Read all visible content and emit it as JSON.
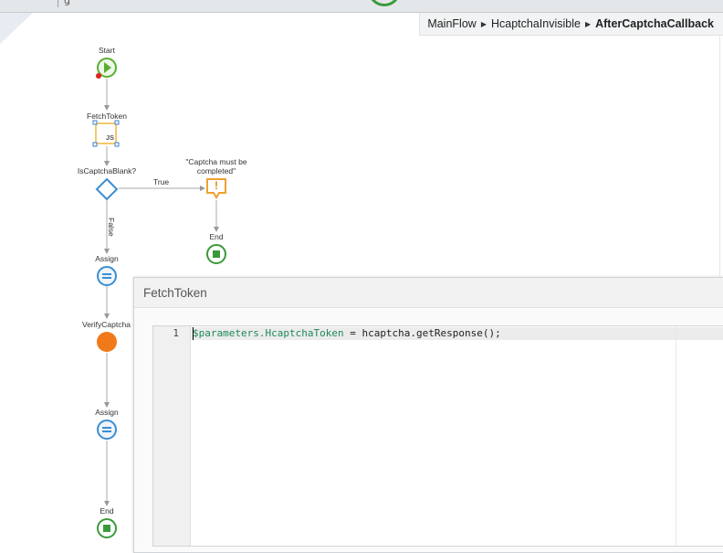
{
  "breadcrumb": {
    "items": [
      "MainFlow",
      "HcaptchaInvisible"
    ],
    "current": "AfterCaptchaCallback"
  },
  "flow": {
    "nodes": {
      "start": "Start",
      "fetch_token": "FetchToken",
      "js_badge": "JS",
      "is_captcha_blank": "IsCaptchaBlank?",
      "message_line1": "\"Captcha must be",
      "message_line2": "completed\"",
      "message_icon": "!",
      "end_top": "End",
      "assign_1": "Assign",
      "verify_captcha": "VerifyCaptcha",
      "assign_2": "Assign",
      "end_bottom": "End"
    },
    "edges": {
      "true_label": "True",
      "false_label": "False"
    }
  },
  "panel": {
    "title": "FetchToken",
    "editor": {
      "line_number": "1",
      "code_var": "$parameters.HcaptchaToken",
      "code_rest": " = hcaptcha.getResponse();"
    }
  },
  "colors": {
    "start_green": "#5aae32",
    "end_green": "#3a9a3a",
    "decision_blue": "#3b8ed0",
    "assign_blue": "#3b8ed0",
    "verify_orange": "#f07a1a",
    "message_orange": "#f0a030",
    "js_yellow": "#f4c96a",
    "code_variable": "#1e8a5a"
  }
}
